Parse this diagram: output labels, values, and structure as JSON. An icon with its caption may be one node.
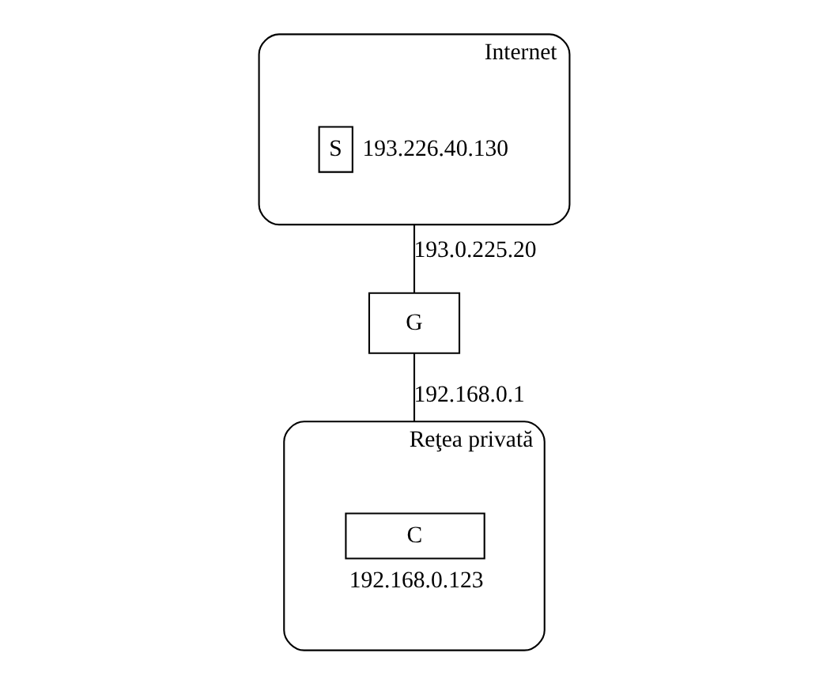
{
  "diagram": {
    "nodes": [
      {
        "text": [
          "Internet"
        ]
      },
      {
        "text": [
          "S"
        ],
        "in": 0,
        "beside": [
          "193.226.40.130"
        ]
      },
      {
        "text": [
          "G"
        ]
      },
      {
        "text": [
          "Reţea privată"
        ]
      },
      {
        "text": [
          "C"
        ],
        "in": 3,
        "beside": [
          "192.168.0.123"
        ]
      }
    ],
    "edges": [
      {
        "from": 0,
        "to": 2,
        "arrow": "none",
        "label": "193.0.225.20"
      },
      {
        "from": 2,
        "to": 3,
        "arrow": "none",
        "label": "192.168.0.1"
      }
    ]
  }
}
